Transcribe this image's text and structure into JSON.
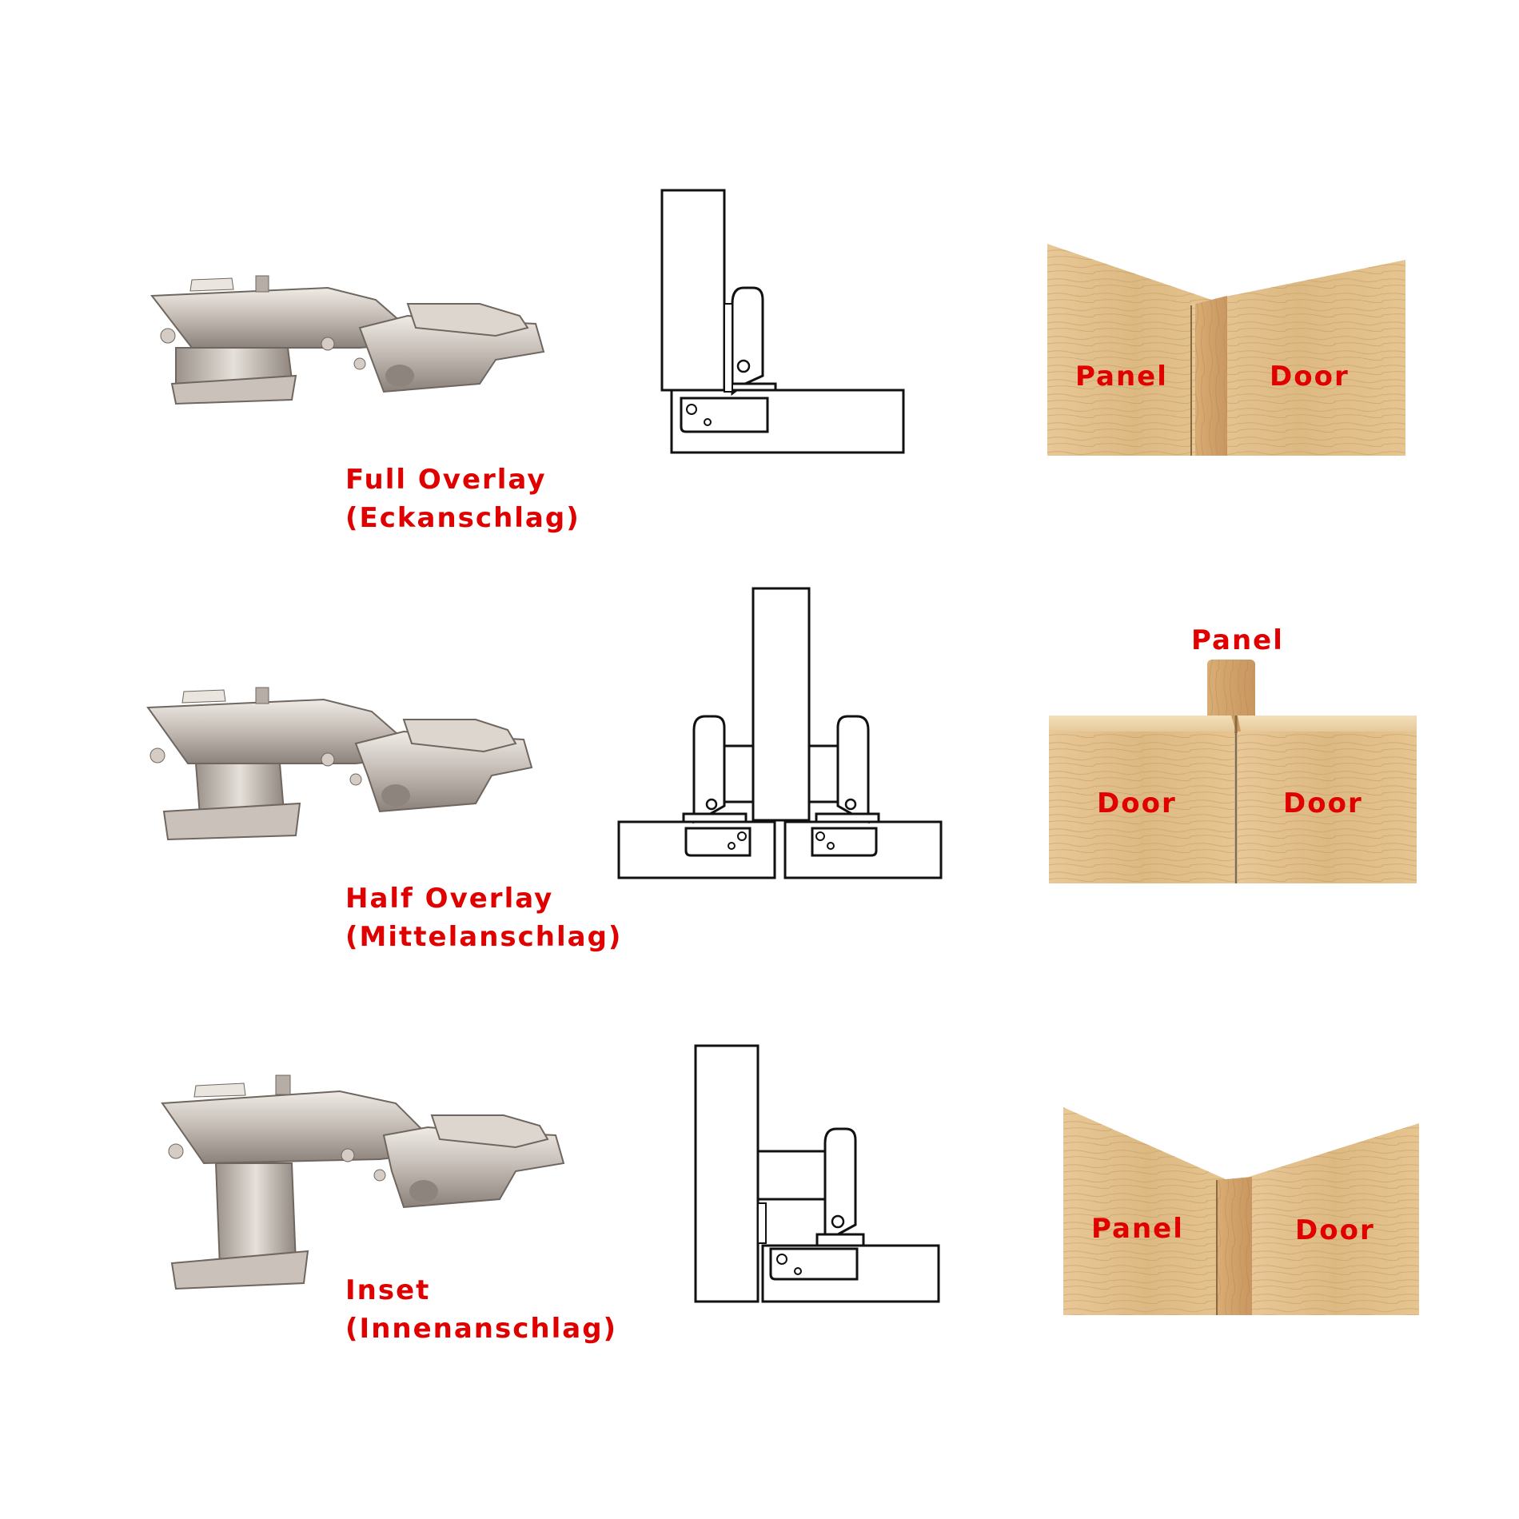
{
  "rows": [
    {
      "id": "full",
      "title": "Full Overlay",
      "subtitle": "(Eckanschlag)",
      "labels": {
        "left": "Panel",
        "right": "Door"
      }
    },
    {
      "id": "half",
      "title": "Half Overlay",
      "subtitle": "(Mittelanschlag)",
      "labels": {
        "top": "Panel",
        "left": "Door",
        "right": "Door"
      }
    },
    {
      "id": "inset",
      "title": "Inset",
      "subtitle": "(Innenanschlag)",
      "labels": {
        "left": "Panel",
        "right": "Door"
      }
    }
  ],
  "colors": {
    "caption": "#e00000",
    "wood_light": "#e9cc9f",
    "wood_mid": "#d9b47f",
    "wood_dark": "#c9985f",
    "metal_light": "#e2dcd6",
    "metal_mid": "#b9b1aa",
    "metal_dark": "#7f776f",
    "line": "#111111"
  }
}
